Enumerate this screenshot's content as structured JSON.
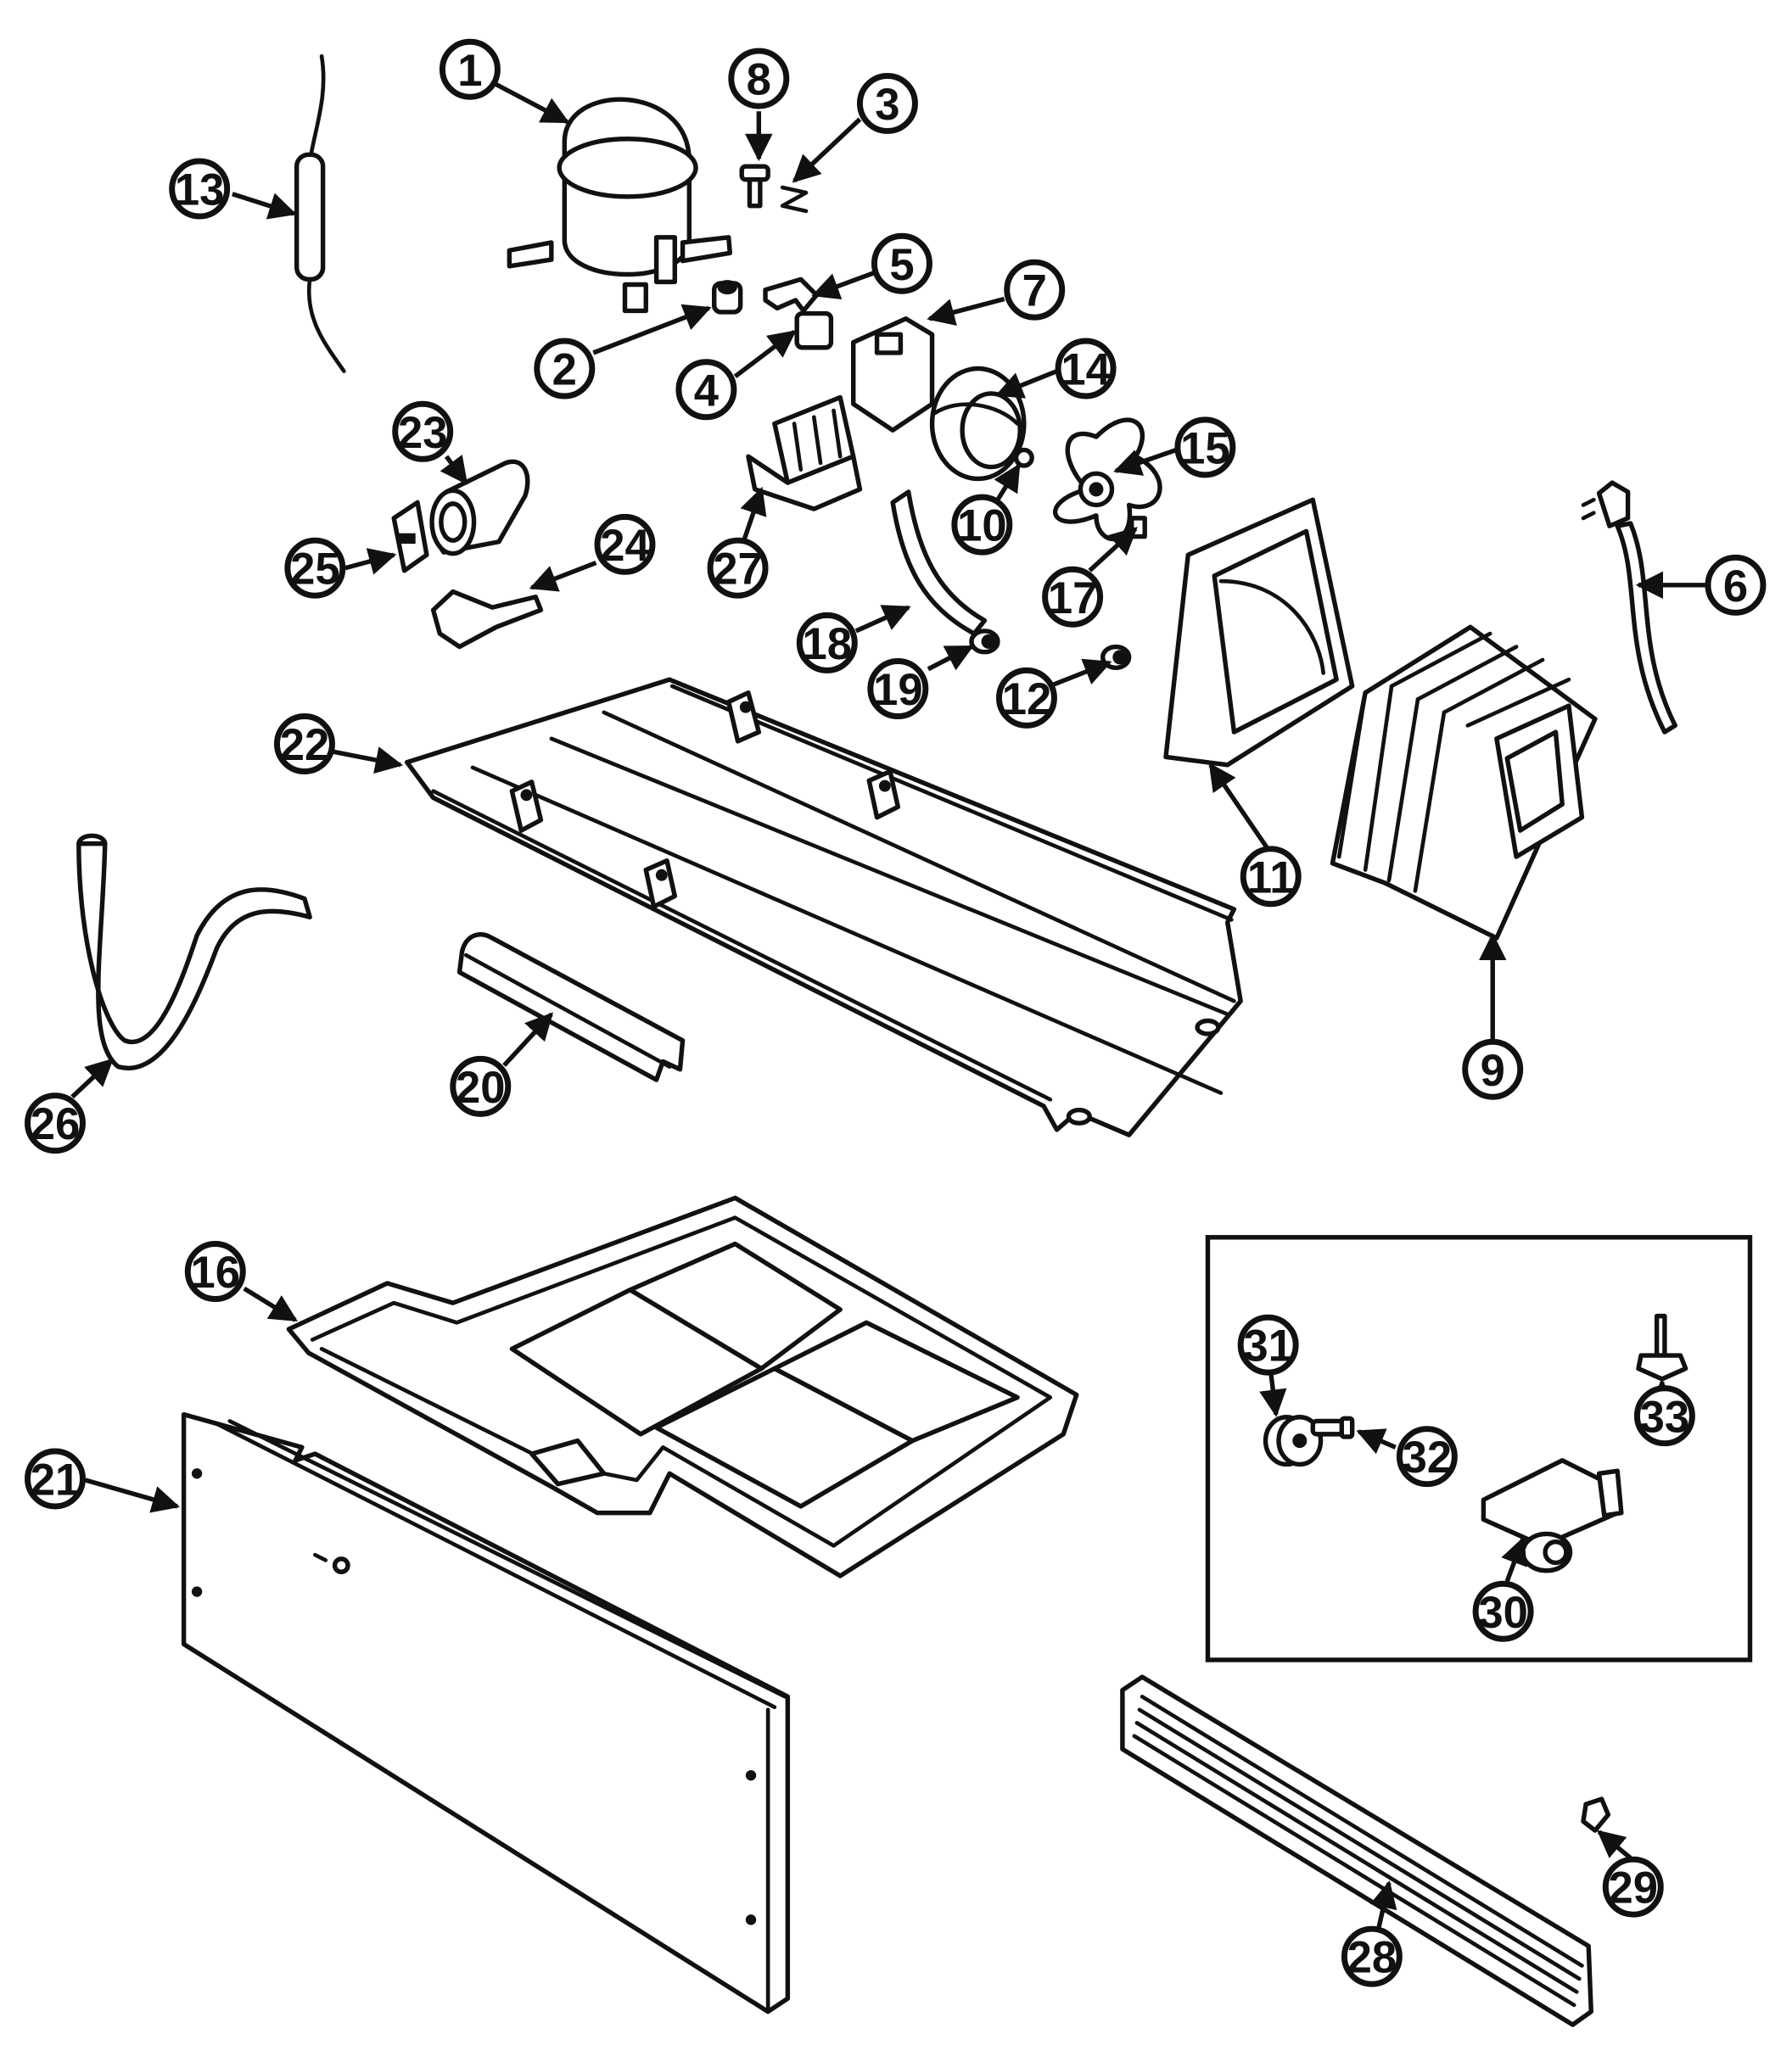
{
  "callouts": [
    {
      "label": "1"
    },
    {
      "label": "2"
    },
    {
      "label": "3"
    },
    {
      "label": "4"
    },
    {
      "label": "5"
    },
    {
      "label": "6"
    },
    {
      "label": "7"
    },
    {
      "label": "8"
    },
    {
      "label": "9"
    },
    {
      "label": "10"
    },
    {
      "label": "11"
    },
    {
      "label": "12"
    },
    {
      "label": "13"
    },
    {
      "label": "14"
    },
    {
      "label": "15"
    },
    {
      "label": "16"
    },
    {
      "label": "17"
    },
    {
      "label": "18"
    },
    {
      "label": "19"
    },
    {
      "label": "20"
    },
    {
      "label": "21"
    },
    {
      "label": "22"
    },
    {
      "label": "23"
    },
    {
      "label": "24"
    },
    {
      "label": "25"
    },
    {
      "label": "26"
    },
    {
      "label": "27"
    },
    {
      "label": "28"
    },
    {
      "label": "29"
    },
    {
      "label": "30"
    },
    {
      "label": "31"
    },
    {
      "label": "32"
    },
    {
      "label": "33"
    }
  ]
}
